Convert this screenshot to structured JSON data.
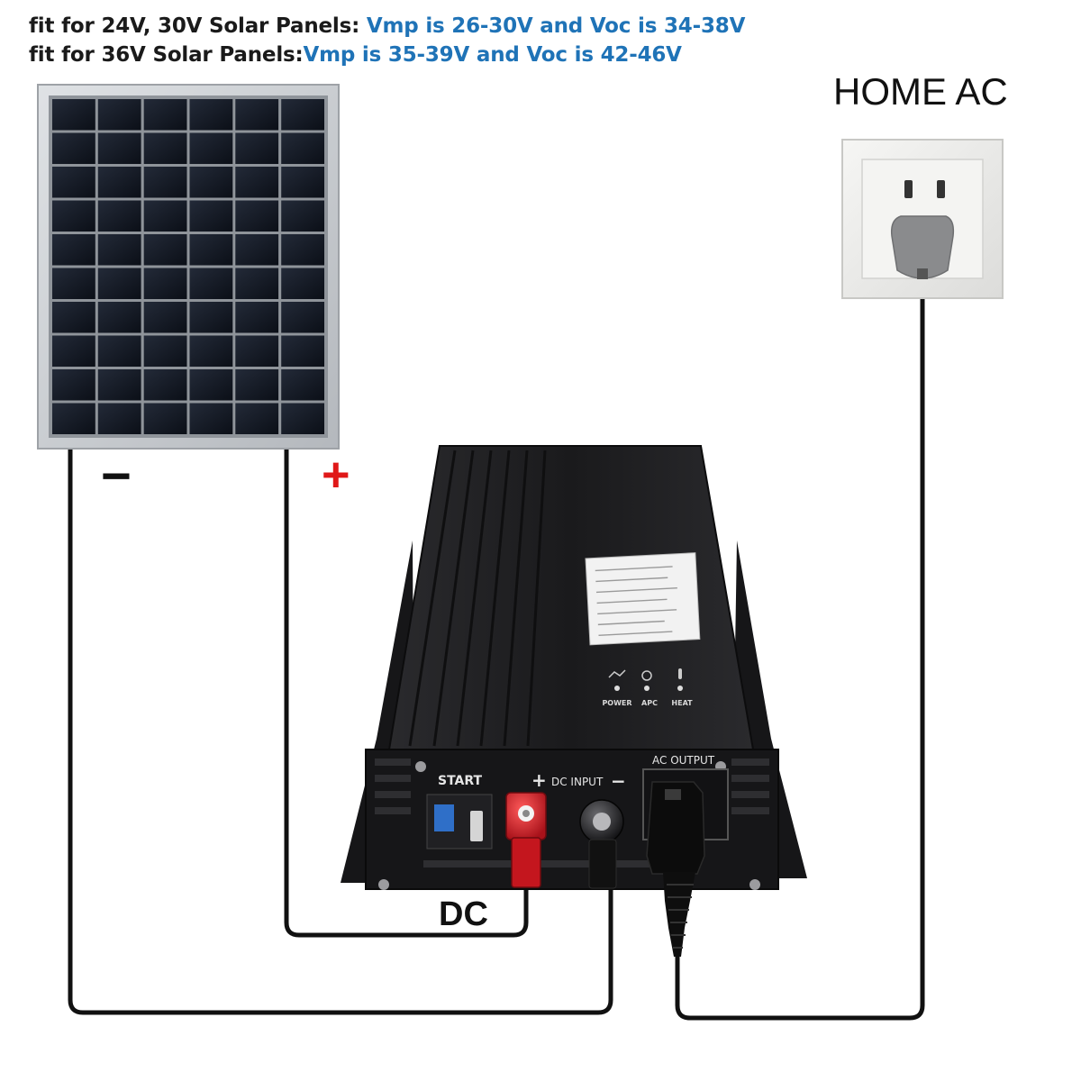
{
  "specs": {
    "line1_prefix": "fit for 24V, 30V Solar Panels: ",
    "line1_highlight": "Vmp is 26-30V and Voc is 34-38V",
    "line2_prefix": "fit for 36V Solar Panels:",
    "line2_highlight": "Vmp is 35-39V and Voc is 42-46V"
  },
  "labels": {
    "home_ac": "HOME AC",
    "dc": "DC",
    "negative": "−",
    "positive": "+"
  },
  "inverter": {
    "indicators": [
      "POWER",
      "APC",
      "HEAT"
    ],
    "start_label": "START",
    "dc_input_label": "DC INPUT",
    "dc_plus": "+",
    "dc_minus": "−",
    "ac_output_label": "AC OUTPUT"
  },
  "colors": {
    "spec_highlight": "#1f73b7",
    "positive_sign": "#e01818",
    "cable": "#111111",
    "panel_cell": "#141a26",
    "panel_frame": "#c9ccd0",
    "inverter_body": "#1c1c1e",
    "terminal_positive": "#d81f26",
    "outlet_plate": "#ececea"
  },
  "icons": [
    "solar-panel-icon",
    "wall-outlet-icon",
    "plug-icon",
    "inverter-icon"
  ]
}
